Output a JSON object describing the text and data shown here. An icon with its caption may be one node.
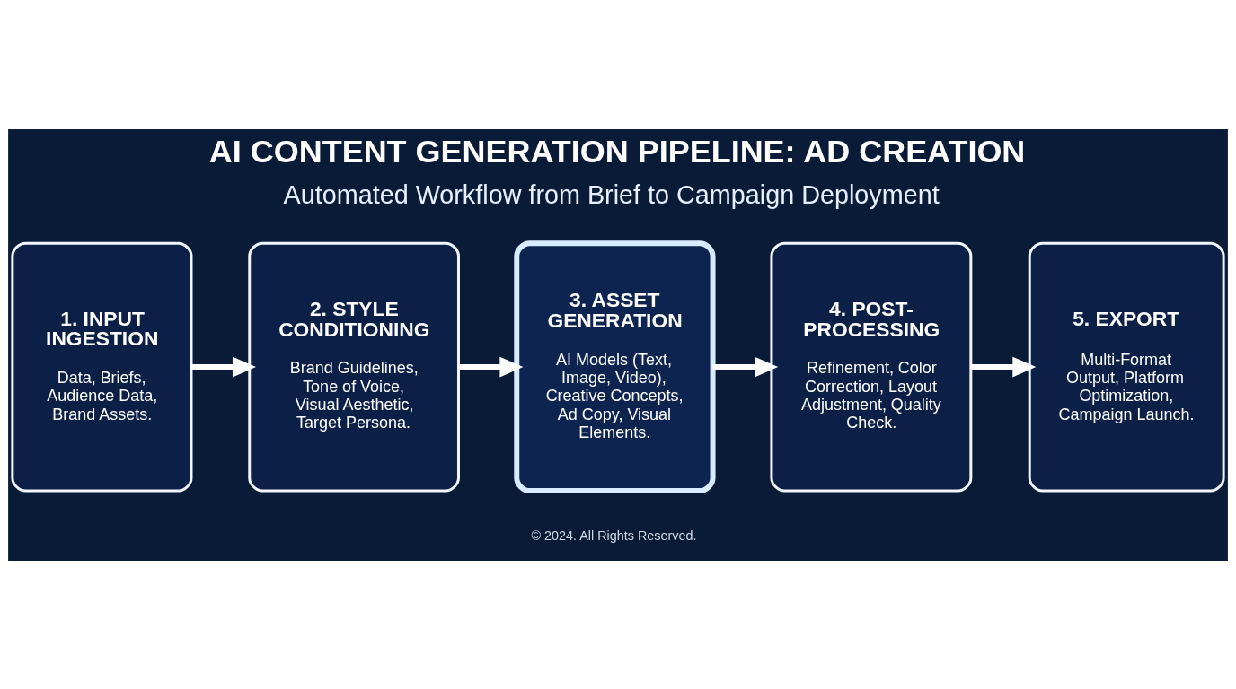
{
  "diagram": {
    "title": "AI CONTENT GENERATION PIPELINE: AD CREATION",
    "nodes": [
      {
        "text": [
          "1. INPUT INGESTION",
          "Data, Briefs, Audience Data, Brand Assets."
        ]
      },
      {
        "text": [
          "2. STYLE CONDITIONING",
          "Brand Guidelines, Tone of Voice, Visual Aesthetic, Target Persona."
        ]
      },
      {
        "text": [
          "3. ASSET GENERATION",
          "AI Models (Text, Image, Video), Creative Concepts, Ad Copy, Visual Elements."
        ]
      },
      {
        "text": [
          "4. POST-PROCESSING",
          "Refinement, Color Correction, Layout Adjustment, Quality Check."
        ]
      },
      {
        "text": [
          "5. EXPORT",
          "Multi-Format Output, Platform Optimization, Campaign Launch."
        ]
      }
    ],
    "edges": [
      {
        "from": 0,
        "to": 1,
        "arrow": "to"
      },
      {
        "from": 1,
        "to": 2,
        "arrow": "to"
      },
      {
        "from": 2,
        "to": 3,
        "arrow": "to"
      },
      {
        "from": 3,
        "to": 4,
        "arrow": "to"
      }
    ],
    "labels": [
      "Automated Workflow from Brief to Campaign Deployment",
      "© 2024. All Rights Reserved."
    ]
  }
}
